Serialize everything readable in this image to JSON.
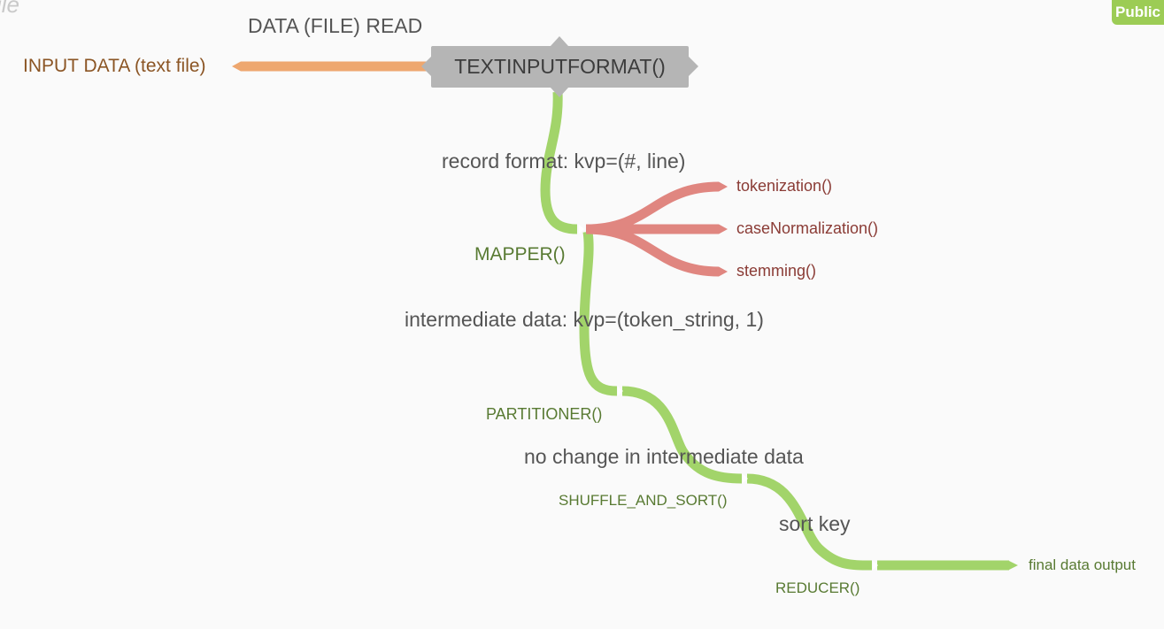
{
  "corner_mark": "ile",
  "badge": {
    "label": "Public"
  },
  "colors": {
    "green_branch": "#a2d46a",
    "green_text": "#587a32",
    "red_branch": "#e08680",
    "red_text": "#8a3b35",
    "orange_branch": "#eea76f",
    "orange_text": "#8b5524",
    "central_bg": "#b5b5b5",
    "dark_text": "#555555"
  },
  "central": {
    "label": "TEXTINPUTFORMAT()"
  },
  "left_branch": {
    "label": "INPUT DATA (text file)",
    "caption": "DATA (FILE) READ"
  },
  "nodes": {
    "mapper": "MAPPER()",
    "partitioner": "PARTITIONER()",
    "shuffle": "SHUFFLE_AND_SORT()",
    "reducer": "REDUCER()",
    "output": "final data output"
  },
  "edge_labels": {
    "record_format": "record format: kvp=(#, line)",
    "intermediate": "intermediate data: kvp=(token_string, 1)",
    "no_change": "no change in intermediate data",
    "sort_key": "sort key"
  },
  "mapper_children": [
    "tokenization()",
    "caseNormalization()",
    "stemming()"
  ]
}
